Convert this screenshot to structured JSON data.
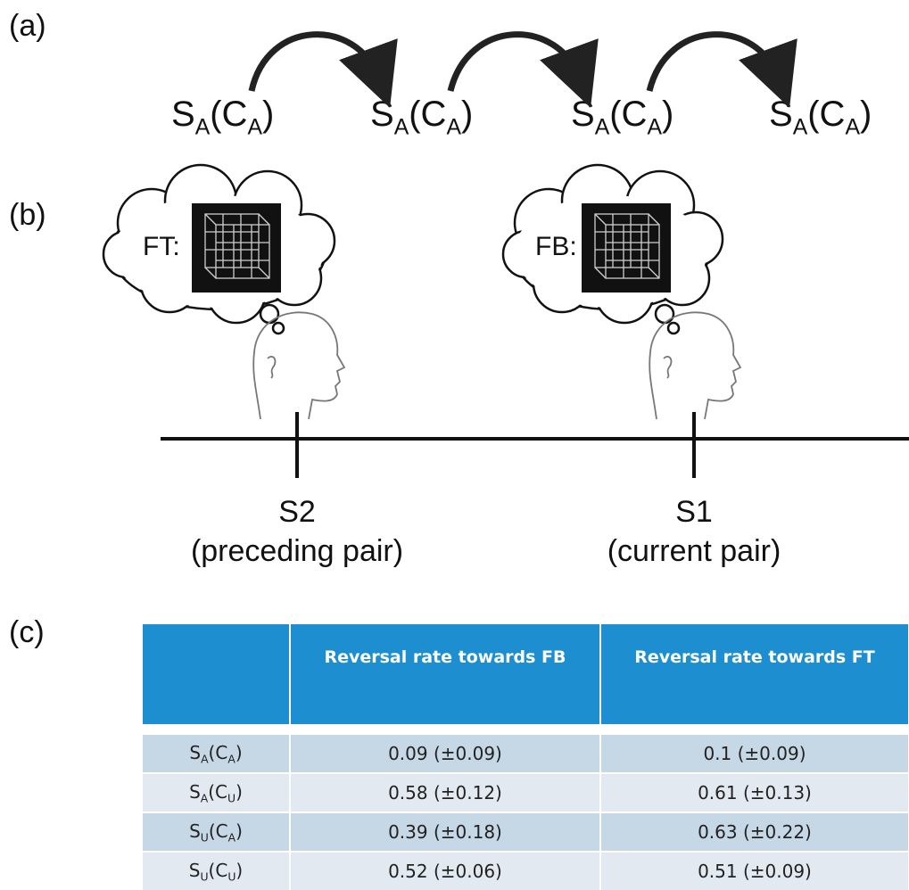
{
  "panels": {
    "a": "(a)",
    "b": "(b)",
    "c": "(c)"
  },
  "panel_a": {
    "states": [
      {
        "main": "S",
        "sub1": "A",
        "mid": "(C",
        "sub2": "A",
        "end": ")"
      },
      {
        "main": "S",
        "sub1": "A",
        "mid": "(C",
        "sub2": "A",
        "end": ")"
      },
      {
        "main": "S",
        "sub1": "A",
        "mid": "(C",
        "sub2": "A",
        "end": ")"
      },
      {
        "main": "S",
        "sub1": "A",
        "mid": "(C",
        "sub2": "A",
        "end": ")"
      }
    ]
  },
  "panel_b": {
    "thought_left": "FT:",
    "thought_right": "FB:",
    "tick_left": {
      "name": "S2",
      "desc": "(preceding pair)"
    },
    "tick_right": {
      "name": "S1",
      "desc": "(current pair)"
    }
  },
  "table": {
    "headers": [
      "",
      "Reversal rate towards FB",
      "Reversal rate towards FT"
    ],
    "rows": [
      {
        "state": {
          "main": "S",
          "sub1": "A",
          "mid": "(C",
          "sub2": "A",
          "end": ")"
        },
        "fb": "0.09 (±0.09)",
        "ft": "0.1 (±0.09)"
      },
      {
        "state": {
          "main": "S",
          "sub1": "A",
          "mid": "(C",
          "sub2": "U",
          "end": ")"
        },
        "fb": "0.58 (±0.12)",
        "ft": "0.61 (±0.13)"
      },
      {
        "state": {
          "main": "S",
          "sub1": "U",
          "mid": "(C",
          "sub2": "A",
          "end": ")"
        },
        "fb": "0.39 (±0.18)",
        "ft": "0.63 (±0.22)"
      },
      {
        "state": {
          "main": "S",
          "sub1": "U",
          "mid": "(C",
          "sub2": "U",
          "end": ")"
        },
        "fb": "0.52 (±0.06)",
        "ft": "0.51 (±0.09)"
      }
    ]
  }
}
